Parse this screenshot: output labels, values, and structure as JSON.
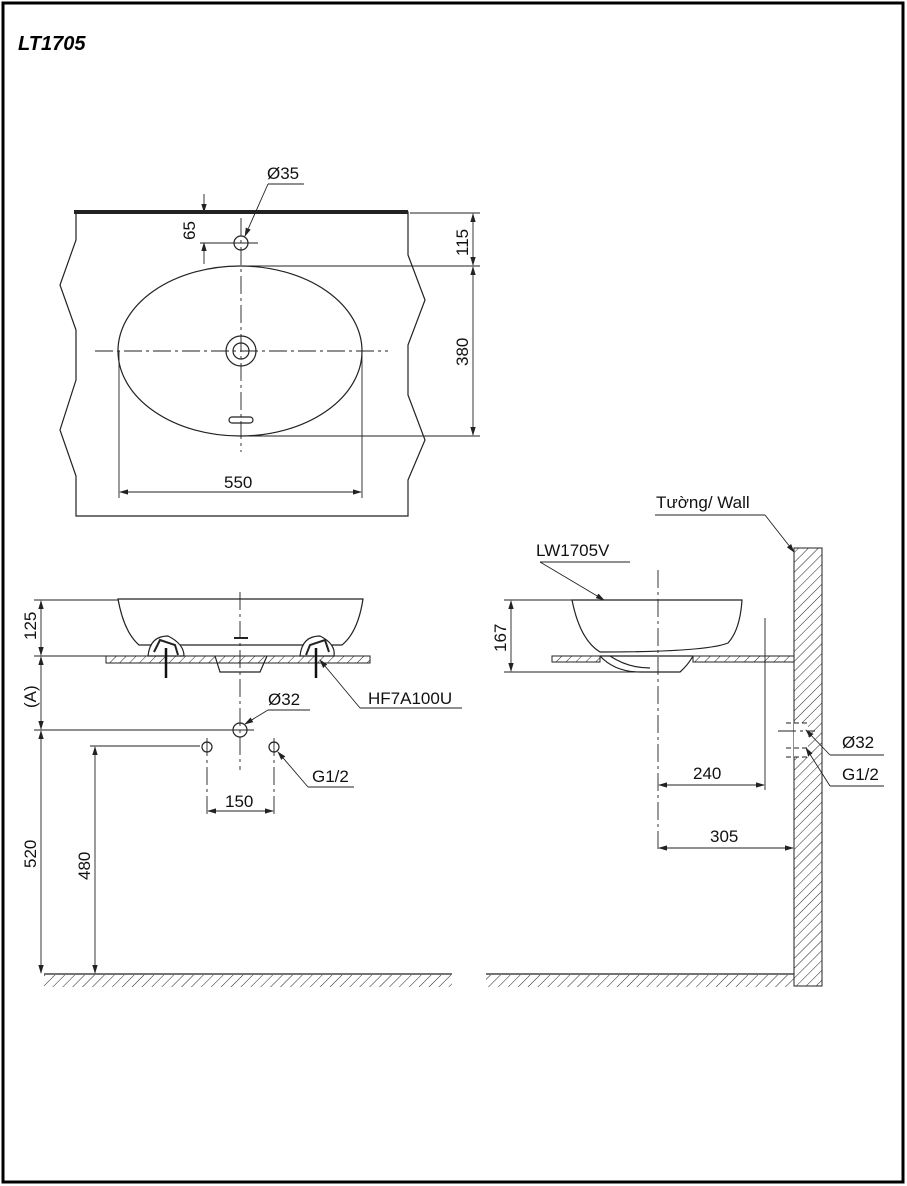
{
  "title": "LT1705",
  "top_view": {
    "hole_diameter": "Ø35",
    "dim_hole_offset": "65",
    "dim_edge_to_basin": "115",
    "dim_basin_depth": "380",
    "dim_basin_width": "550"
  },
  "front_view": {
    "dim_basin_height": "125",
    "dim_variable": "(A)",
    "drain_diameter": "Ø32",
    "fitting_code": "HF7A100U",
    "supply_thread": "G1/2",
    "dim_supply_spacing": "150",
    "dim_drain_height": "520",
    "dim_supply_height": "480"
  },
  "side_view": {
    "wall_label": "Tường/ Wall",
    "basin_code": "LW1705V",
    "dim_basin_height": "167",
    "drain_diameter": "Ø32",
    "supply_thread": "G1/2",
    "dim_counter_depth": "240",
    "dim_wall_to_center": "305"
  }
}
